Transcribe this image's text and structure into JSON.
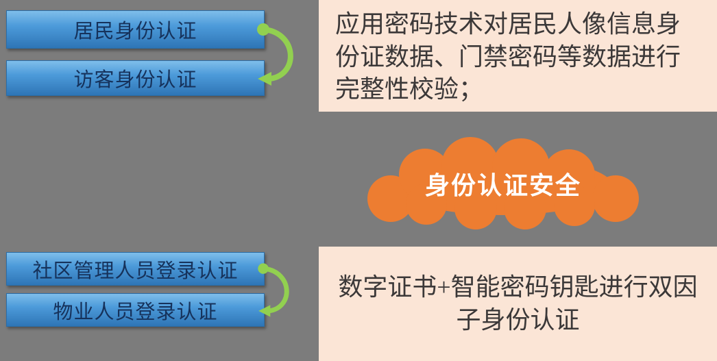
{
  "colors": {
    "background": "#7C7C7C",
    "bar_gradient_top": "#7FBEEA",
    "bar_gradient_bottom": "#2E75B6",
    "bar_text": "#16325B",
    "panel_background": "#FBE5D6",
    "panel_text": "#3B3838",
    "cloud_fill": "#ED7D31",
    "cloud_text": "#FFFFFF",
    "connector_green": "#92D050"
  },
  "top_group": {
    "bars": [
      {
        "label": "居民身份认证"
      },
      {
        "label": "访客身份认证"
      }
    ],
    "panel": {
      "text": "应用密码技术对居民人像信息身份证数据、门禁密码等数据进行完整性校验；"
    }
  },
  "center": {
    "cloud_label": "身份认证安全"
  },
  "bottom_group": {
    "bars": [
      {
        "label": "社区管理人员登录认证"
      },
      {
        "label": "物业人员登录认证"
      }
    ],
    "panel": {
      "text": "数字证书+智能密码钥匙进行双因子身份认证"
    }
  }
}
